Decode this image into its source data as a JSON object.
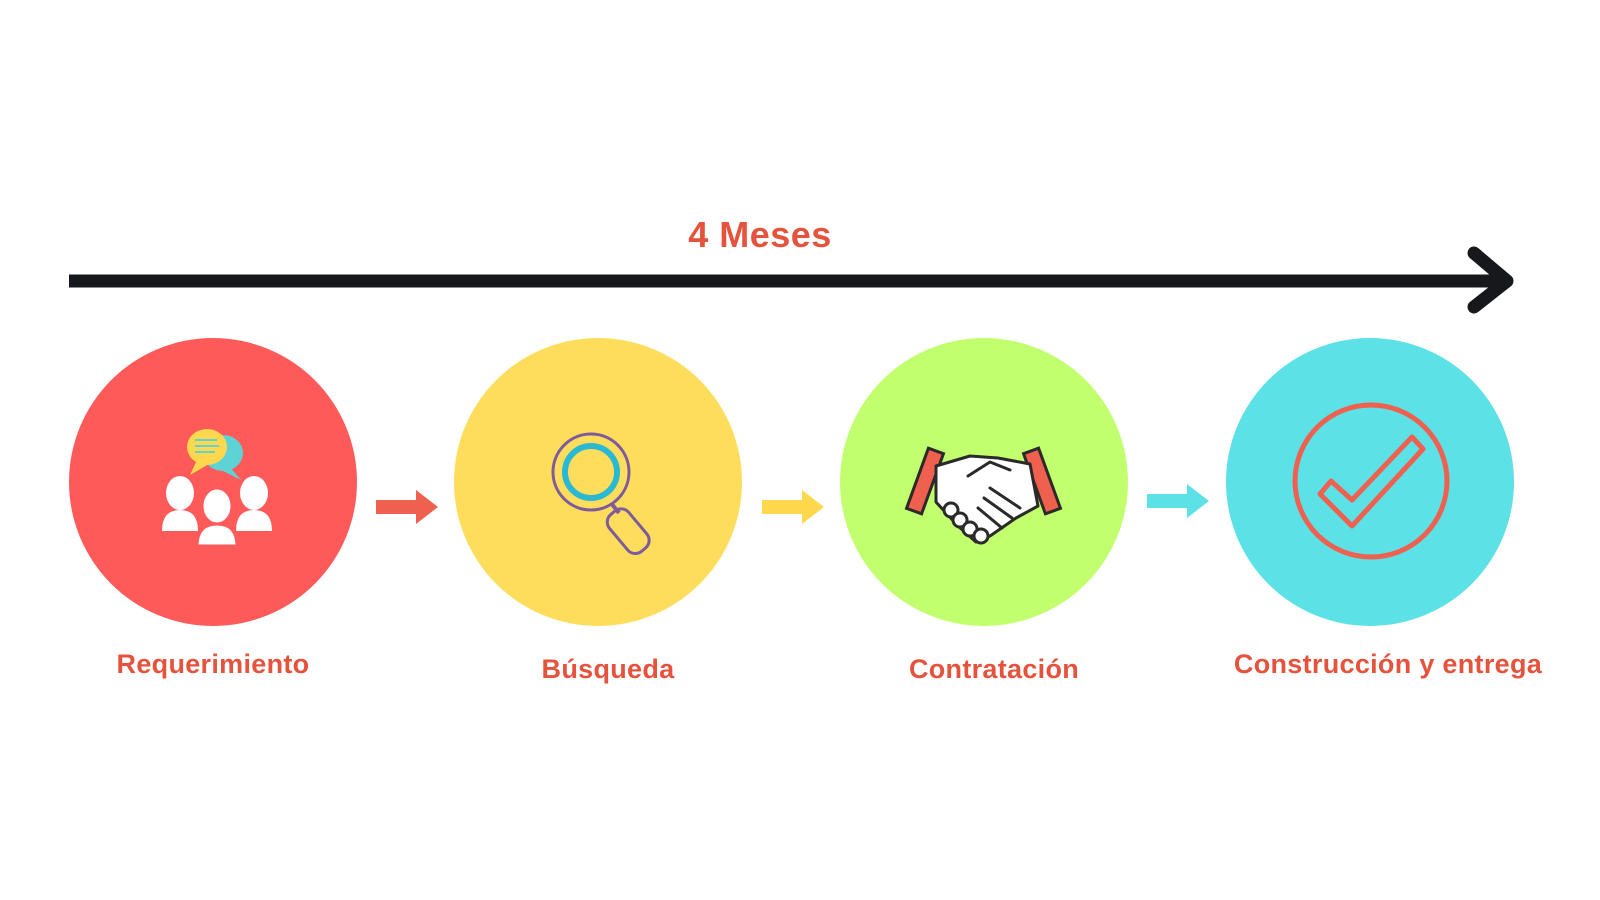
{
  "timeline": {
    "duration_label": "4 Meses"
  },
  "colors": {
    "accent_text": "#E5533D",
    "timeline_arrow": "#16181C",
    "step_1": "#FF5A5A",
    "step_2": "#FFDD5C",
    "step_3": "#C2FF6E",
    "step_4": "#5CE1E6"
  },
  "steps": [
    {
      "label": "Requerimiento",
      "icon": "people-chat-icon"
    },
    {
      "label": "Búsqueda",
      "icon": "magnifier-icon"
    },
    {
      "label": "Contratación",
      "icon": "handshake-icon"
    },
    {
      "label": "Construcción y entrega",
      "icon": "checkmark-circle-icon"
    }
  ]
}
